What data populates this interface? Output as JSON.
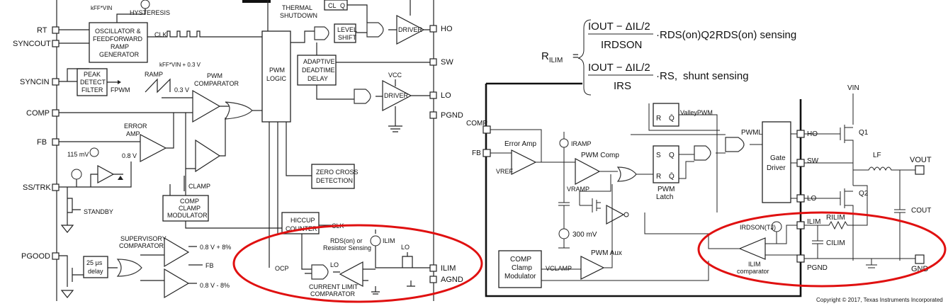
{
  "left_diagram": {
    "top_labels": {
      "kff": "kFF*VIN",
      "hysteresis": "HYSTERESIS",
      "thermal": "THERMAL SHUTDOWN",
      "cl": "CL",
      "q": "Q"
    },
    "pins_left": [
      "RT",
      "SYNCOUT",
      "SYNCIN",
      "COMP",
      "FB",
      "SS/TRK",
      "PGOOD"
    ],
    "pins_right": [
      "HO",
      "SW",
      "LO",
      "PGND",
      "ILIM",
      "AGND"
    ],
    "blocks": {
      "oscillator": [
        "OSCILLATOR &",
        "FEEDFORWARD",
        "RAMP",
        "GENERATOR"
      ],
      "peak": [
        "PEAK",
        "DETECT",
        "FILTER"
      ],
      "pwm_logic": [
        "PWM",
        "LOGIC"
      ],
      "level_shift": [
        "LEVEL",
        "SHIFT"
      ],
      "adaptive": [
        "ADAPTIVE",
        "DEADTIME",
        "DELAY"
      ],
      "zero_cross": [
        "ZERO CROSS",
        "DETECTION"
      ],
      "comp_clamp": [
        "COMP",
        "CLAMP",
        "MODULATOR"
      ],
      "hiccup": [
        "HICCUP",
        "COUNTER"
      ],
      "delay": [
        "25 µs",
        "delay"
      ]
    },
    "labels": {
      "clk": "CLK",
      "fpwm": "FPWM",
      "ramp": "RAMP",
      "ramp_v": "kFF*VIN + 0.3 V",
      "v03": "0.3 V",
      "pwm_comp": [
        "PWM",
        "COMPARATOR"
      ],
      "error_amp": [
        "ERROR",
        "AMP"
      ],
      "v115": "115 mV",
      "v08": "0.8 V",
      "clamp": "CLAMP",
      "standby": "STANDBY",
      "driver_hi": "DRIVER",
      "driver_lo": "DRIVER",
      "vcc": "VCC",
      "clk2": "CLK",
      "rds": [
        "RDS(on) or",
        "Resistor Sensing"
      ],
      "ilim": "ILIM",
      "lo": "LO",
      "lo2": "LO",
      "ocp": "OCP",
      "clc": [
        "CURRENT LIMIT",
        "COMPARATOR"
      ],
      "supervisory": [
        "SUPERVISORY",
        "COMPARATORS"
      ],
      "v08p": "0.8 V + 8%",
      "v08m": "0.8 V - 8%",
      "fb": "FB"
    }
  },
  "equation": {
    "lhs": "RILIM",
    "case1": {
      "num": "IOUT − ΔIL/2",
      "den": "IRDSON",
      "factor": "·RDS(on)Q2,",
      "label": "RDS(on) sensing"
    },
    "case2": {
      "num": "IOUT − ΔIL/2",
      "den": "IRS",
      "factor": "·RS,",
      "label": "shunt sensing"
    }
  },
  "right_diagram": {
    "labels": {
      "comp": "COMP",
      "fb": "FB",
      "error_amp": "Error Amp",
      "vref": "VREF",
      "iramp": "IRAMP",
      "pwm_comp": "PWM Comp",
      "vramp": "VRAMP",
      "v300": "300 mV",
      "valley": "ValleyPWM",
      "pwm_latch": [
        "PWM",
        "Latch"
      ],
      "pwml": "PWML",
      "gate_driver": [
        "Gate",
        "Driver"
      ],
      "ho": "HO",
      "sw": "SW",
      "lo": "LO",
      "vin": "VIN",
      "q1": "Q1",
      "q2": "Q2",
      "lf": "LF",
      "vout": "VOUT",
      "cout": "COUT",
      "ilim": "ILIM",
      "rilim": "RILIM",
      "irdson": "IRDSON(TJ)",
      "cilim": "CILIM",
      "ilim_comp": [
        "ILIM",
        "comparator"
      ],
      "pgnd": "PGND",
      "gnd": "GND",
      "comp_clamp": [
        "COMP",
        "Clamp",
        "Modulator"
      ],
      "vclamp": "VCLAMP",
      "pwm_aux": "PWM Aux",
      "copyright": "Copyright © 2017, Texas Instruments Incorporated"
    }
  }
}
